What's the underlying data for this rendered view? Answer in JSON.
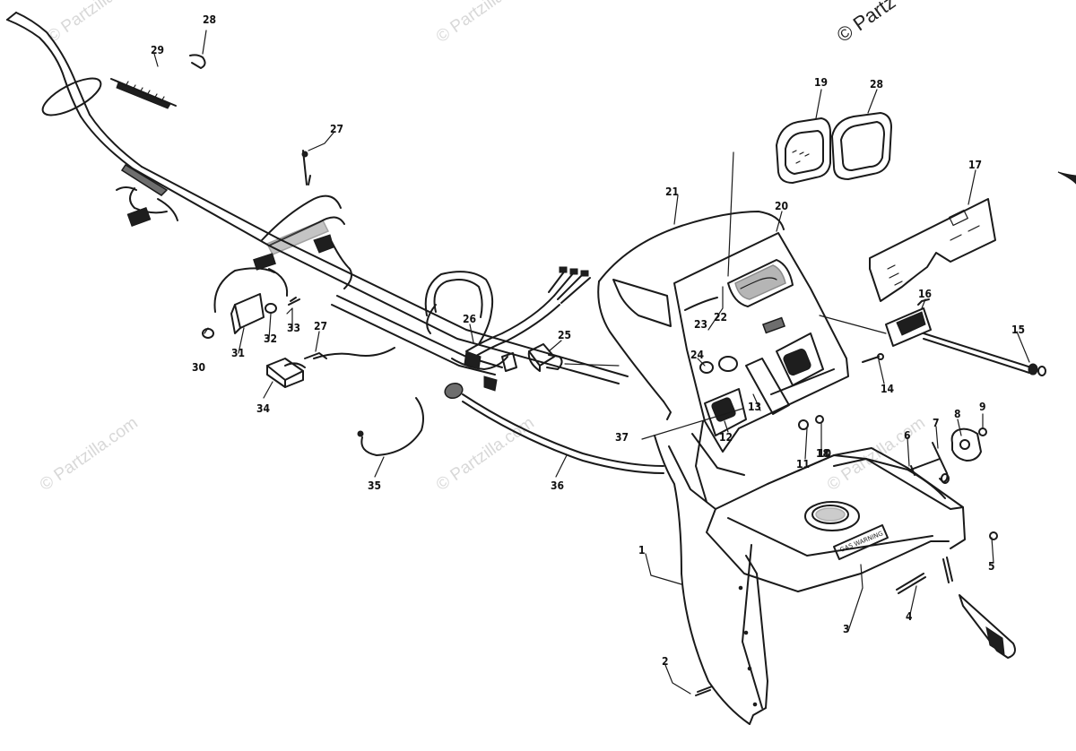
{
  "diagram": {
    "watermark_text": "© Partzilla.com",
    "corner_mark": "© Partz",
    "plate_label": "GAS WARNING",
    "part_numbers": [
      {
        "id": "1",
        "label": "1"
      },
      {
        "id": "2",
        "label": "2"
      },
      {
        "id": "3",
        "label": "3"
      },
      {
        "id": "4",
        "label": "4"
      },
      {
        "id": "5",
        "label": "5"
      },
      {
        "id": "6",
        "label": "6"
      },
      {
        "id": "7",
        "label": "7"
      },
      {
        "id": "8",
        "label": "8"
      },
      {
        "id": "9",
        "label": "9"
      },
      {
        "id": "10",
        "label": "10"
      },
      {
        "id": "11",
        "label": "11"
      },
      {
        "id": "12",
        "label": "12"
      },
      {
        "id": "13",
        "label": "13"
      },
      {
        "id": "14",
        "label": "14"
      },
      {
        "id": "15",
        "label": "15"
      },
      {
        "id": "16",
        "label": "16"
      },
      {
        "id": "17",
        "label": "17"
      },
      {
        "id": "18",
        "label": "18"
      },
      {
        "id": "19",
        "label": "19"
      },
      {
        "id": "20",
        "label": "20"
      },
      {
        "id": "21",
        "label": "21"
      },
      {
        "id": "22",
        "label": "22"
      },
      {
        "id": "23",
        "label": "23"
      },
      {
        "id": "24",
        "label": "24"
      },
      {
        "id": "25",
        "label": "25"
      },
      {
        "id": "26",
        "label": "26"
      },
      {
        "id": "27a",
        "label": "27"
      },
      {
        "id": "27b",
        "label": "27"
      },
      {
        "id": "28a",
        "label": "28"
      },
      {
        "id": "28b",
        "label": "28"
      },
      {
        "id": "29",
        "label": "29"
      },
      {
        "id": "30",
        "label": "30"
      },
      {
        "id": "31",
        "label": "31"
      },
      {
        "id": "32",
        "label": "32"
      },
      {
        "id": "33",
        "label": "33"
      },
      {
        "id": "34",
        "label": "34"
      },
      {
        "id": "35",
        "label": "35"
      },
      {
        "id": "36",
        "label": "36"
      },
      {
        "id": "37",
        "label": "37"
      }
    ]
  }
}
